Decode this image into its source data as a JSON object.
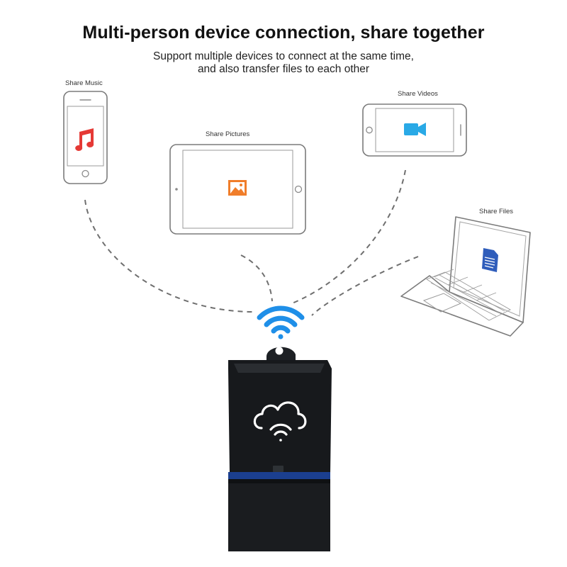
{
  "headline": "Multi-person device connection, share together",
  "subtitle_line1": "Support multiple devices to connect at the same time,",
  "subtitle_line2": "and also transfer files to each other",
  "captions": {
    "music": "Share Music",
    "pictures": "Share Pictures",
    "videos": "Share Videos",
    "files": "Share Files"
  },
  "icons": {
    "phone": "smartphone-icon",
    "tablet": "tablet-icon",
    "phone_landscape": "smartphone-landscape-icon",
    "laptop": "laptop-icon",
    "music": "music-note-icon",
    "picture": "picture-icon",
    "video": "video-camera-icon",
    "document": "document-icon",
    "wifi": "wifi-icon",
    "cloud": "cloud-wifi-icon",
    "device": "card-reader-device"
  },
  "colors": {
    "music": "#e53935",
    "picture": "#f07d2a",
    "video": "#29a9e6",
    "document": "#2f5dbb",
    "wifi": "#1f8fe8",
    "device_stripe": "#1b3f8f",
    "device_body": "#17191c"
  }
}
